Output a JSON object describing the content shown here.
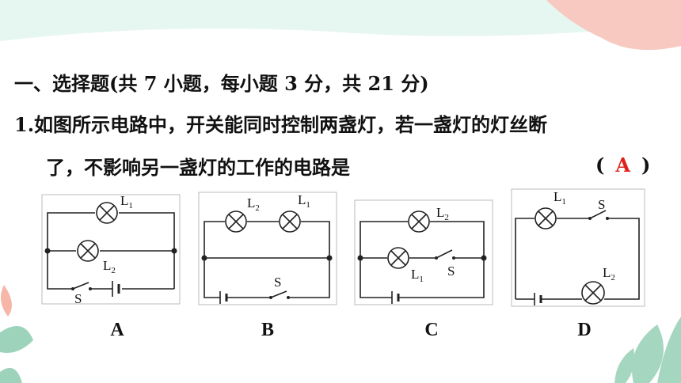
{
  "section_title": "一、选择题(共 7 小题，每小题 3 分，共 21 分)",
  "question": {
    "line1": "1.如图所示电路中，开关能同时控制两盏灯，若一盏灯的灯丝断",
    "line2": "了，不影响另一盏灯的工作的电路是",
    "answer_open": "(",
    "answer": "A",
    "answer_close": ")"
  },
  "options": [
    {
      "letter": "A",
      "lamp1": "L",
      "lamp1_sub": "1",
      "lamp2": "L",
      "lamp2_sub": "2",
      "switch": "S"
    },
    {
      "letter": "B",
      "lamp1": "L",
      "lamp1_sub": "1",
      "lamp2": "L",
      "lamp2_sub": "2",
      "switch": "S"
    },
    {
      "letter": "C",
      "lamp1": "L",
      "lamp1_sub": "1",
      "lamp2": "L",
      "lamp2_sub": "2",
      "switch": "S"
    },
    {
      "letter": "D",
      "lamp1": "L",
      "lamp1_sub": "1",
      "lamp2": "L",
      "lamp2_sub": "2",
      "switch": "S"
    }
  ],
  "colors": {
    "answer": "#e0201b",
    "top_band": "#e6f6f1",
    "coral_blob": "#f7c9c0",
    "leaf": "#86c9ab"
  }
}
